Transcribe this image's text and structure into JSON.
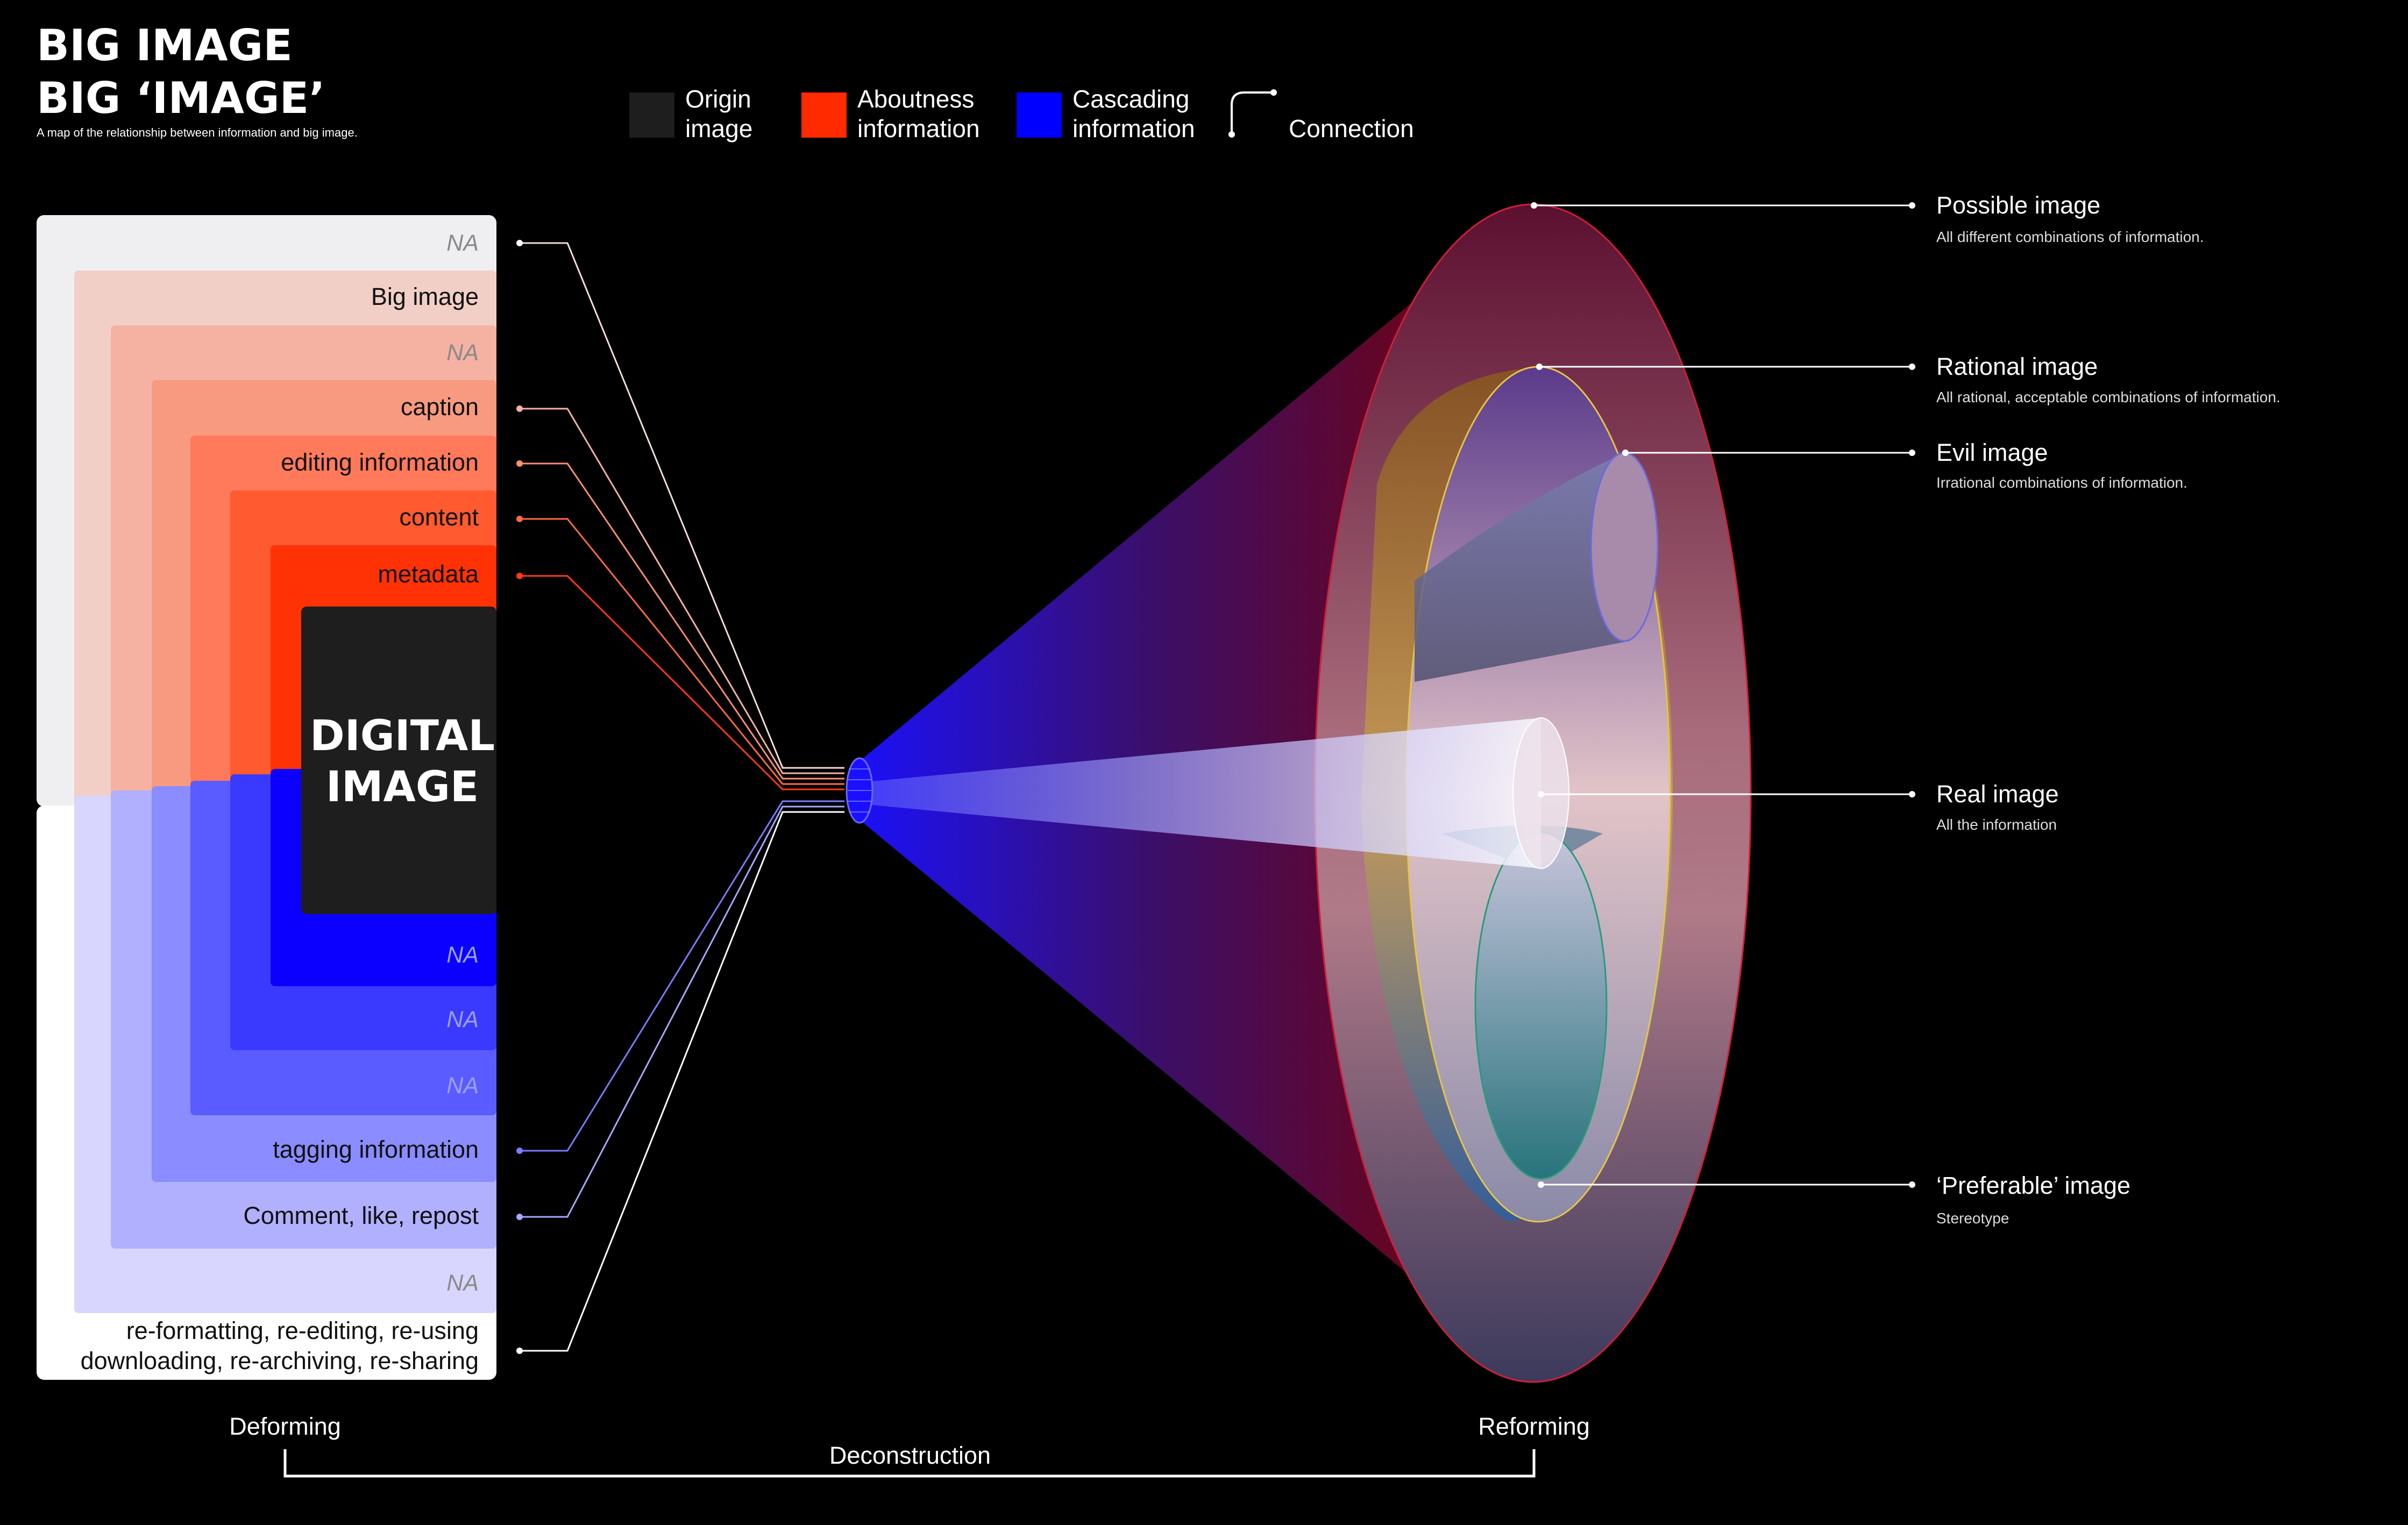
{
  "header": {
    "title_line1": "BIG IMAGE",
    "title_line2": "BIG ‘IMAGE’",
    "subtitle": "A map of the relationship between information and big image."
  },
  "legend": {
    "origin": {
      "line1": "Origin",
      "line2": "image",
      "color": "#1e1e1e"
    },
    "aboutness": {
      "line1": "Aboutness",
      "line2": "information",
      "color": "#ff2a00"
    },
    "cascading": {
      "line1": "Cascading",
      "line2": "information",
      "color": "#0000ff"
    },
    "connection": {
      "label": "Connection"
    }
  },
  "layers": {
    "na_1": "NA",
    "big_image": "Big image",
    "na_2": "NA",
    "caption": "caption",
    "editing_information": "editing information",
    "content": "content",
    "metadata": "metadata",
    "digital_line1": "DIGITAL",
    "digital_line2": "IMAGE",
    "na_3": "NA",
    "na_4": "NA",
    "na_5": "NA",
    "tagging_information": "tagging information",
    "comment_like_repost": "Comment, like, repost",
    "na_6": "NA",
    "reformatting_line1": "re-formatting, re-editing, re-using",
    "reformatting_line2": "downloading, re-archiving, re-sharing"
  },
  "images": {
    "possible": {
      "label": "Possible image",
      "desc": "All different combinations of information."
    },
    "rational": {
      "label": "Rational image",
      "desc": "All rational, acceptable combinations of information."
    },
    "evil": {
      "label": "Evil image",
      "desc": "Irrational combinations of information."
    },
    "real": {
      "label": "Real image",
      "desc": "All the information"
    },
    "preferable": {
      "label": "‘Preferable’ image",
      "desc": "Stereotype"
    }
  },
  "bottom": {
    "deforming": "Deforming",
    "reforming": "Reforming",
    "deconstruction": "Deconstruction"
  }
}
